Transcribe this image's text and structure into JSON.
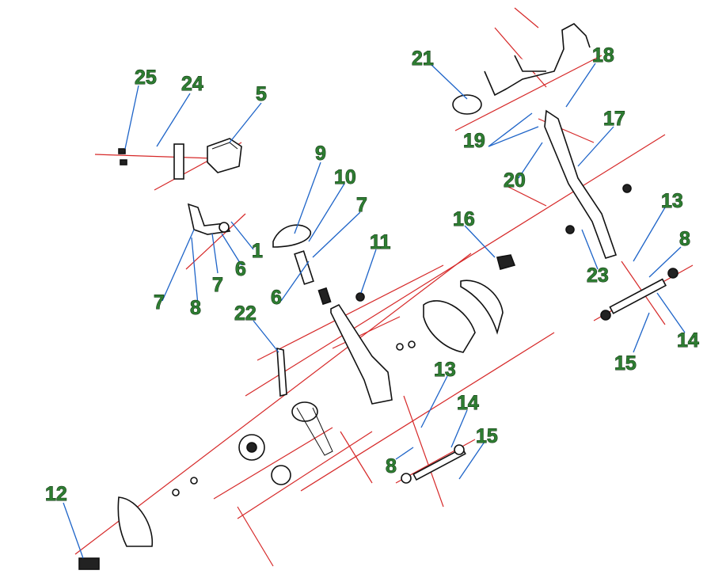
{
  "diagram": {
    "callouts": [
      "25",
      "24",
      "5",
      "21",
      "18",
      "17",
      "9",
      "10",
      "7",
      "16",
      "11",
      "13",
      "8",
      "1",
      "6",
      "7",
      "7",
      "8",
      "6",
      "22",
      "23",
      "19",
      "20",
      "14",
      "15",
      "13",
      "14",
      "15",
      "8",
      "12"
    ]
  }
}
